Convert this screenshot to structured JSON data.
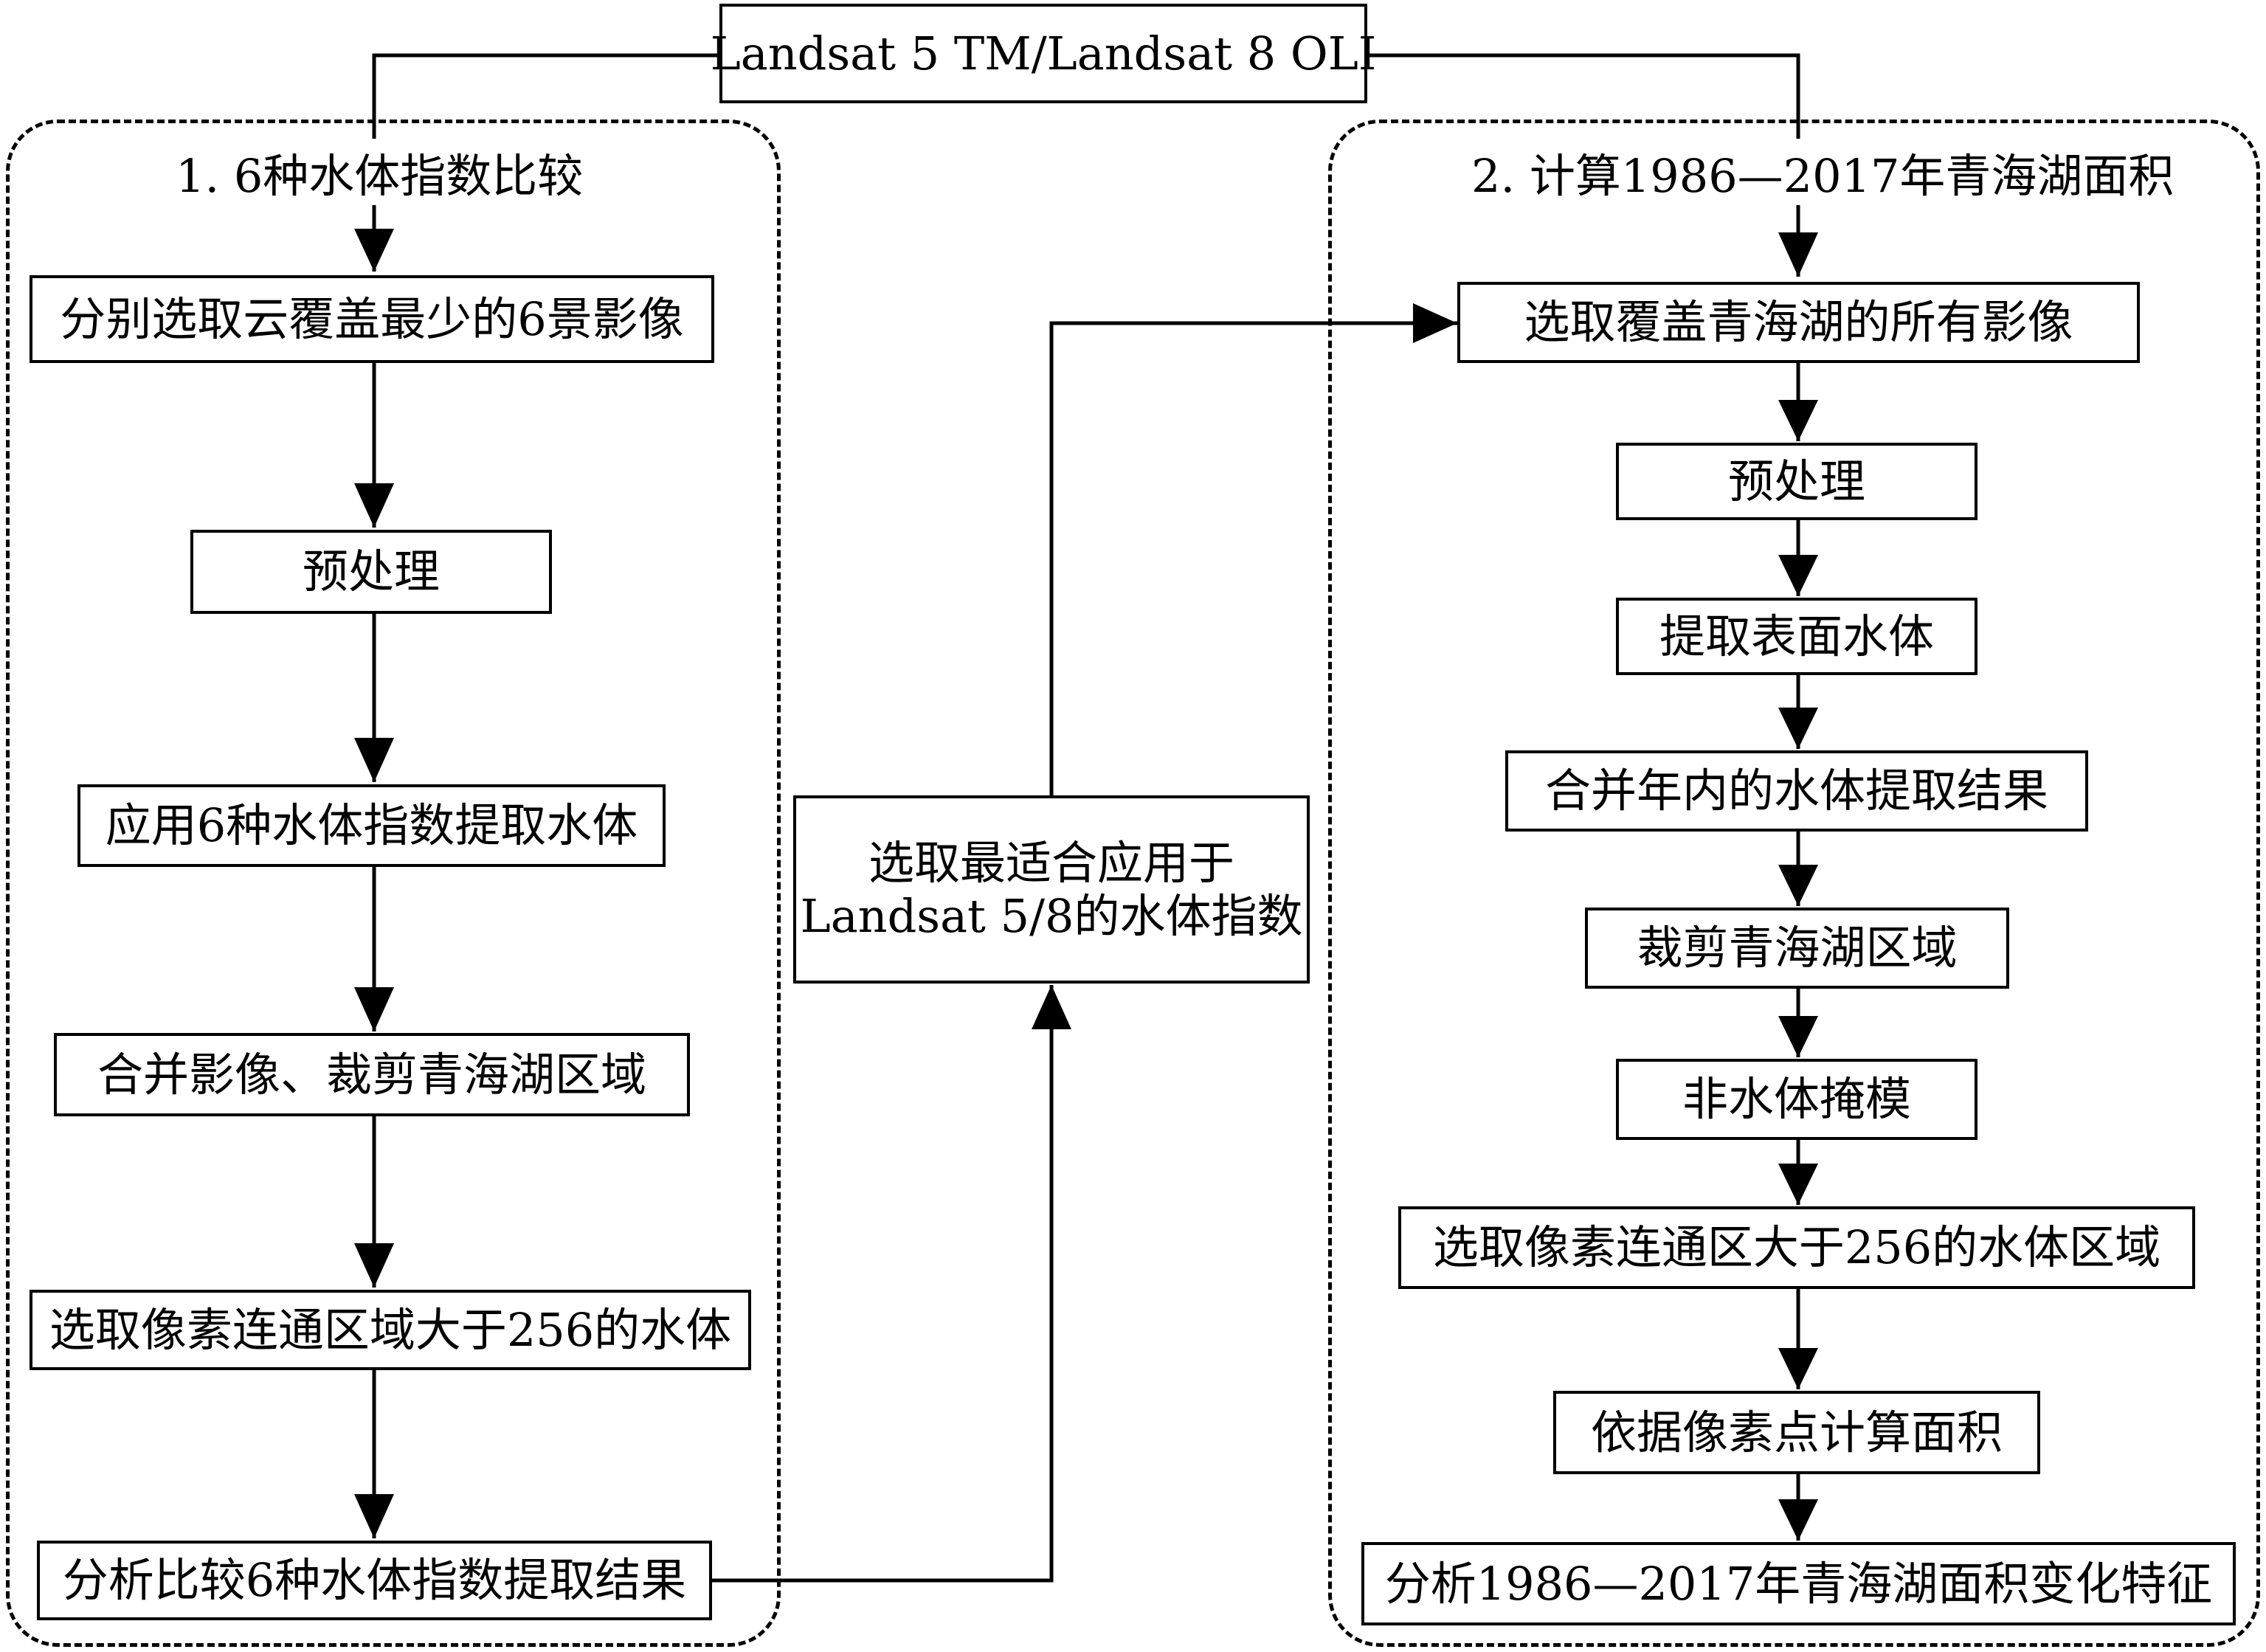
{
  "source": "Landsat 5 TM/Landsat 8 OLI",
  "group1": {
    "title": "1. 6种水体指数比较",
    "steps": [
      "分别选取云覆盖最少的6景影像",
      "预处理",
      "应用6种水体指数提取水体",
      "合并影像、裁剪青海湖区域",
      "选取像素连通区域大于256的水体",
      "分析比较6种水体指数提取结果"
    ]
  },
  "bridge": {
    "line1": "选取最适合应用于",
    "line2": "Landsat 5/8的水体指数"
  },
  "group2": {
    "title": "2. 计算1986—2017年青海湖面积",
    "steps": [
      "选取覆盖青海湖的所有影像",
      "预处理",
      "提取表面水体",
      "合并年内的水体提取结果",
      "裁剪青海湖区域",
      "非水体掩模",
      "选取像素连通区大于256的水体区域",
      "依据像素点计算面积",
      "分析1986—2017年青海湖面积变化特征"
    ]
  }
}
